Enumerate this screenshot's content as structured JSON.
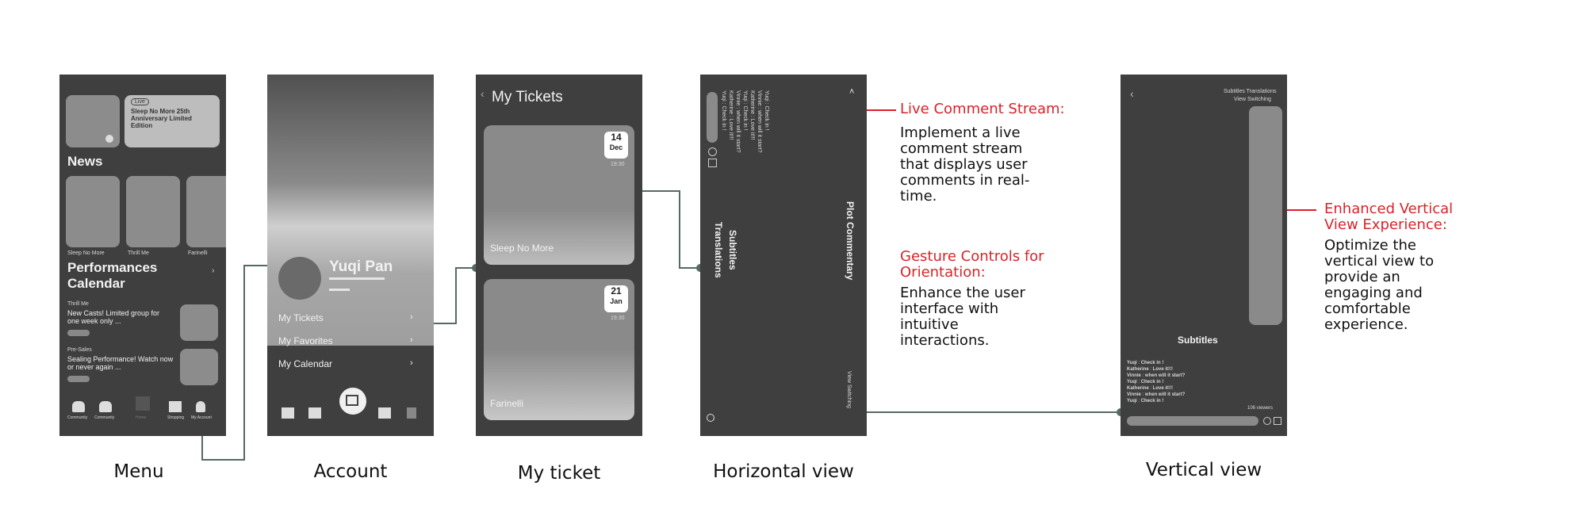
{
  "captions": {
    "menu": "Menu",
    "account": "Account",
    "ticket": "My ticket",
    "horizontal": "Horizontal view",
    "vertical": "Vertical view"
  },
  "menu_screen": {
    "badge": "Live",
    "featured": "Sleep No More 25th Anniversary Limited Edition",
    "news_title": "News",
    "news_items": [
      "Sleep No More",
      "Thrill Me",
      "Farinelli"
    ],
    "performances_title": "Performances Calendar",
    "item1_tag": "Thrill Me",
    "item1_text": "New Casts! Limited group for one week only ...",
    "item2_tag": "Pre-Sales",
    "item2_text": "Sealing Performance! Watch now or never again ...",
    "nav": [
      "Community",
      "Community",
      "Home",
      "Shopping",
      "My Account"
    ]
  },
  "account_screen": {
    "name": "Yuqi Pan",
    "menu": [
      "My Tickets",
      "My Favorites",
      "My Calendar"
    ]
  },
  "ticket_screen": {
    "title": "My Tickets",
    "tickets": [
      {
        "day": "14",
        "month": "Dec",
        "time": "19:30",
        "name": "Sleep No More"
      },
      {
        "day": "21",
        "month": "Jan",
        "time": "19:30",
        "name": "Farinelli"
      }
    ]
  },
  "horizontal_screen": {
    "comments": [
      "Yuqi : Check in !",
      "Katherine : Love it!!!",
      "Vinnie : when will it start?",
      "Yuqi : Check in !",
      "Katherine : Love it!!!",
      "Vinnie : when will it start?",
      "Yuqi : Check in !"
    ],
    "subtitles": "Subtitles",
    "translations": "Translations",
    "plot": "Plot Commentary",
    "view_switching": "View Switching"
  },
  "vertical_screen": {
    "top_tabs": "Subtitles  Translations",
    "view_switching": "View Switching",
    "subtitles": "Subtitles",
    "comments": [
      {
        "user": "Yuqi",
        "text": "Check in !"
      },
      {
        "user": "Katherine",
        "text": "Love it!!!"
      },
      {
        "user": "Vinnie",
        "text": "when will it start?"
      },
      {
        "user": "Yuqi",
        "text": "Check in !"
      },
      {
        "user": "Katherine",
        "text": "Love it!!!"
      },
      {
        "user": "Vinnie",
        "text": "when will it start?"
      },
      {
        "user": "Yuqi",
        "text": "Check in !"
      }
    ],
    "viewers": "106 viewers"
  },
  "annotations": {
    "live_title": "Live Comment Stream:",
    "live_body": "Implement a live comment stream that displays user comments in real-time.",
    "gesture_title": "Gesture Controls for Orientation:",
    "gesture_body": "Enhance the user interface with intuitive interactions.",
    "vertical_title": "Enhanced Vertical View Experience:",
    "vertical_body": "Optimize the vertical view to provide an engaging and comfortable experience."
  },
  "colors": {
    "accent": "#e11d2a",
    "connector": "#556a63",
    "screen_bg": "#3f3f3f"
  }
}
